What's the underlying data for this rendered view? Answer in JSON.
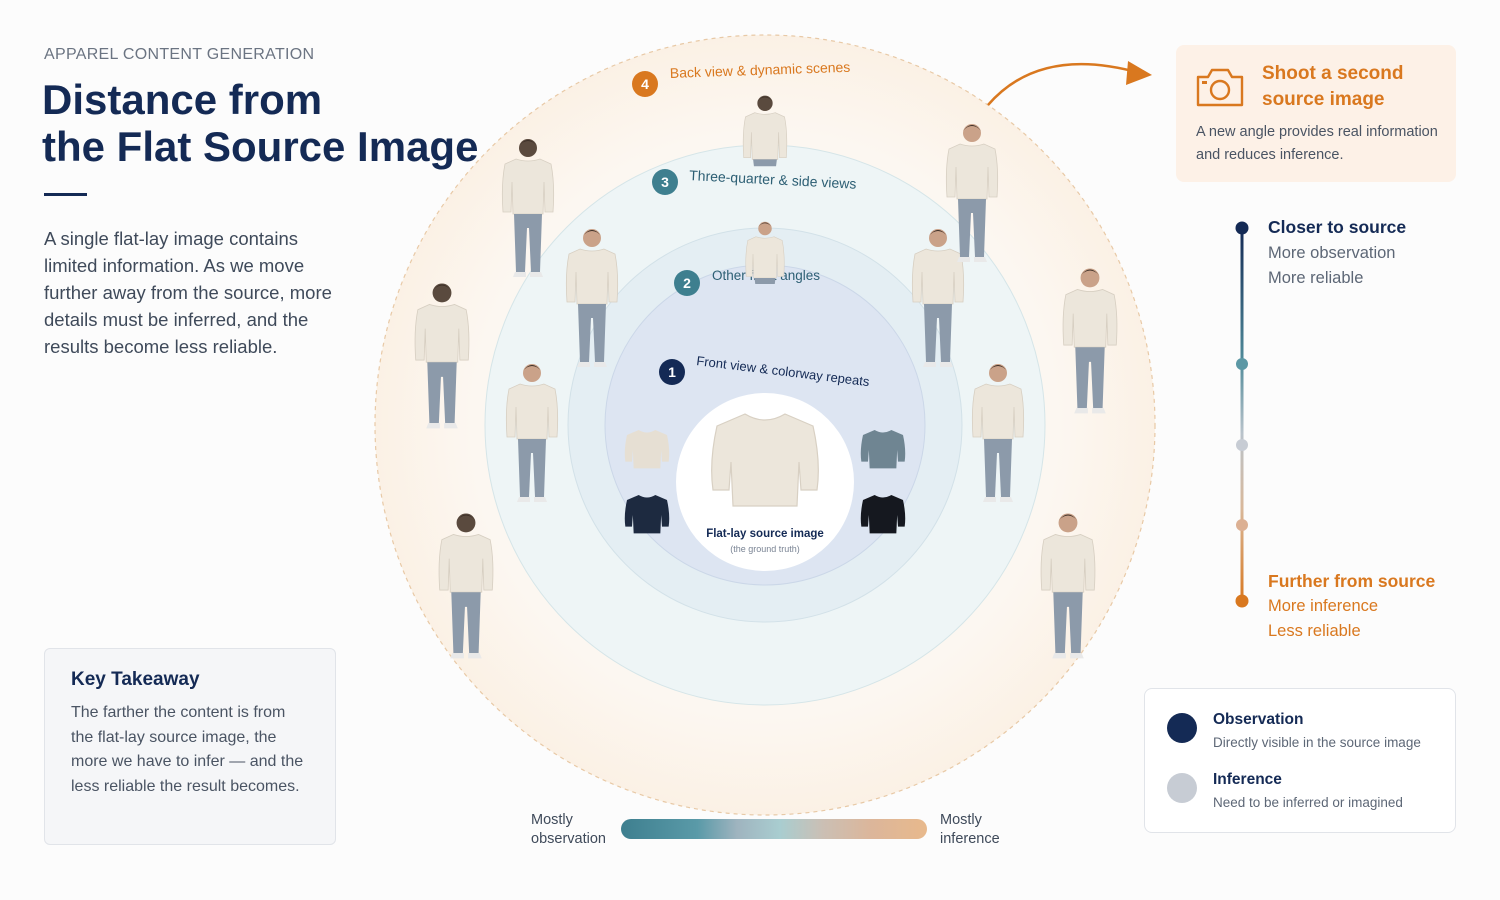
{
  "header": {
    "eyebrow": "APPAREL CONTENT GENERATION",
    "title_line1": "Distance from",
    "title_line2": "the Flat Source Image"
  },
  "intro": "A single flat-lay image contains limited information. As we move further away from the source, more details must be inferred, and the results become less reliable.",
  "takeaway": {
    "title": "Key Takeaway",
    "body": "The farther the content is from the flat-lay source image, the more we have to infer — and the less reliable the result becomes."
  },
  "rings": [
    {
      "number": "1",
      "label": "Front view & colorway repeats"
    },
    {
      "number": "2",
      "label": "Other front angles"
    },
    {
      "number": "3",
      "label": "Three-quarter & side views"
    },
    {
      "number": "4",
      "label": "Back view & dynamic scenes"
    }
  ],
  "center": {
    "label": "Flat-lay source image",
    "sublabel": "(the ground truth)"
  },
  "gradient": {
    "left_line1": "Mostly",
    "left_line2": "observation",
    "right_line1": "Mostly",
    "right_line2": "inference"
  },
  "shoot": {
    "icon": "camera-icon",
    "title": "Shoot a second source image",
    "description": "A new angle provides real information and reduces inference."
  },
  "scale": {
    "closer_title": "Closer to source",
    "closer_line1": "More observation",
    "closer_line2": "More reliable",
    "further_title": "Further from source",
    "further_line1": "More inference",
    "further_line2": "Less reliable"
  },
  "legend": {
    "observation_title": "Observation",
    "observation_desc": "Directly visible in the source image",
    "inference_title": "Inference",
    "inference_desc": "Need to be inferred or imagined"
  },
  "colors": {
    "navy": "#142a55",
    "orange": "#d9781f",
    "teal": "#3e7f8f",
    "sweater_cream": "#ece6db",
    "sweater_grey": "#6f8592",
    "sweater_navy": "#1d2a40",
    "jeans": "#8c9aaa"
  }
}
